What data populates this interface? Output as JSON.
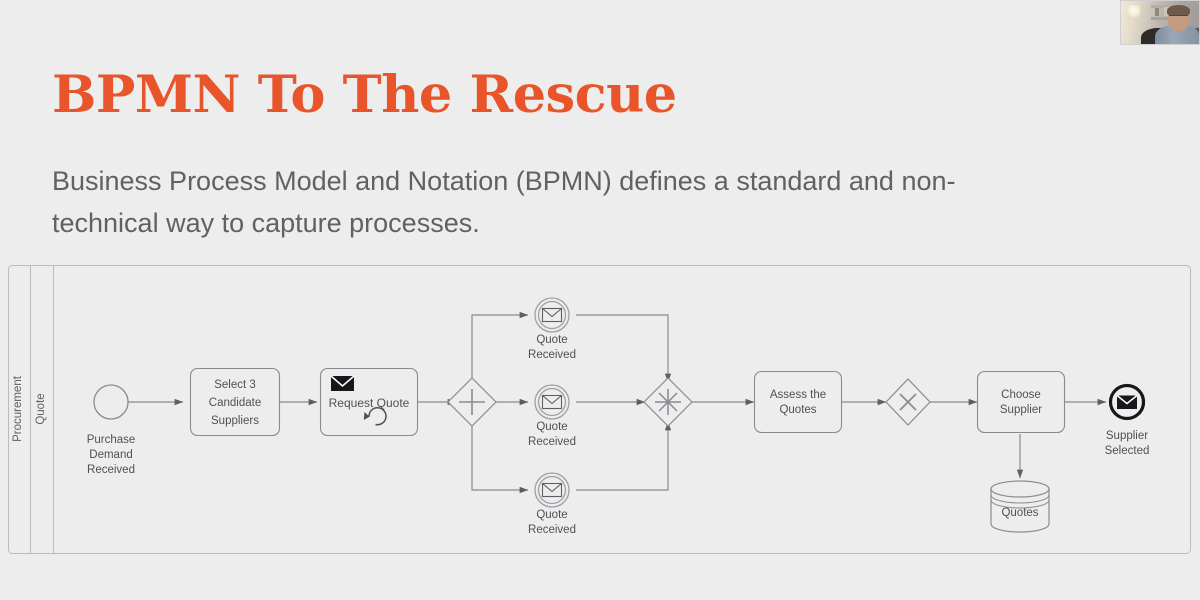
{
  "slide": {
    "title": "BPMN To The Rescue",
    "subtitle": "Business Process Model and Notation (BPMN) defines a standard and non-technical way to capture processes.",
    "background_color": "#ededed",
    "title_color": "#e8552b",
    "subtitle_color": "#616161"
  },
  "webcam": {
    "label": "presenter-webcam-feed"
  },
  "diagram": {
    "type": "bpmn-process",
    "stroke_color": "#878c91",
    "text_color": "#4d5156",
    "pool": {
      "name": "Procurement",
      "lanes": [
        {
          "name": "Quote"
        }
      ]
    },
    "nodes": [
      {
        "id": "start",
        "type": "start-event",
        "label": "Purchase Demand Received"
      },
      {
        "id": "select3",
        "type": "task",
        "label": "Select 3 Candidate Suppliers"
      },
      {
        "id": "reqquote",
        "type": "send-task-loop",
        "label": "Request Quote"
      },
      {
        "id": "gw-split",
        "type": "parallel-gateway",
        "label": ""
      },
      {
        "id": "quote1",
        "type": "intermediate-message-event",
        "label": "Quote Received"
      },
      {
        "id": "quote2",
        "type": "intermediate-message-event",
        "label": "Quote Received"
      },
      {
        "id": "quote3",
        "type": "intermediate-message-event",
        "label": "Quote Received"
      },
      {
        "id": "gw-join",
        "type": "complex-gateway",
        "label": ""
      },
      {
        "id": "assess",
        "type": "task",
        "label": "Assess the Quotes"
      },
      {
        "id": "gw-xor",
        "type": "exclusive-gateway",
        "label": ""
      },
      {
        "id": "choose",
        "type": "task",
        "label": "Choose Supplier"
      },
      {
        "id": "datastore",
        "type": "data-store",
        "label": "Quotes"
      },
      {
        "id": "end",
        "type": "message-end-event",
        "label": "Supplier Selected"
      }
    ],
    "labels": {
      "pool_name": "Procurement",
      "lane_name": "Quote",
      "start_event": "Purchase Demand Received",
      "start_event_l1": "Purchase",
      "start_event_l2": "Demand",
      "start_event_l3": "Received",
      "task_select_l1": "Select 3",
      "task_select_l2": "Candidate",
      "task_select_l3": "Suppliers",
      "task_request": "Request Quote",
      "event_quote_l1": "Quote",
      "event_quote_l2": "Received",
      "task_assess_l1": "Assess the",
      "task_assess_l2": "Quotes",
      "task_choose_l1": "Choose",
      "task_choose_l2": "Supplier",
      "data_store": "Quotes",
      "end_event_l1": "Supplier",
      "end_event_l2": "Selected"
    }
  }
}
